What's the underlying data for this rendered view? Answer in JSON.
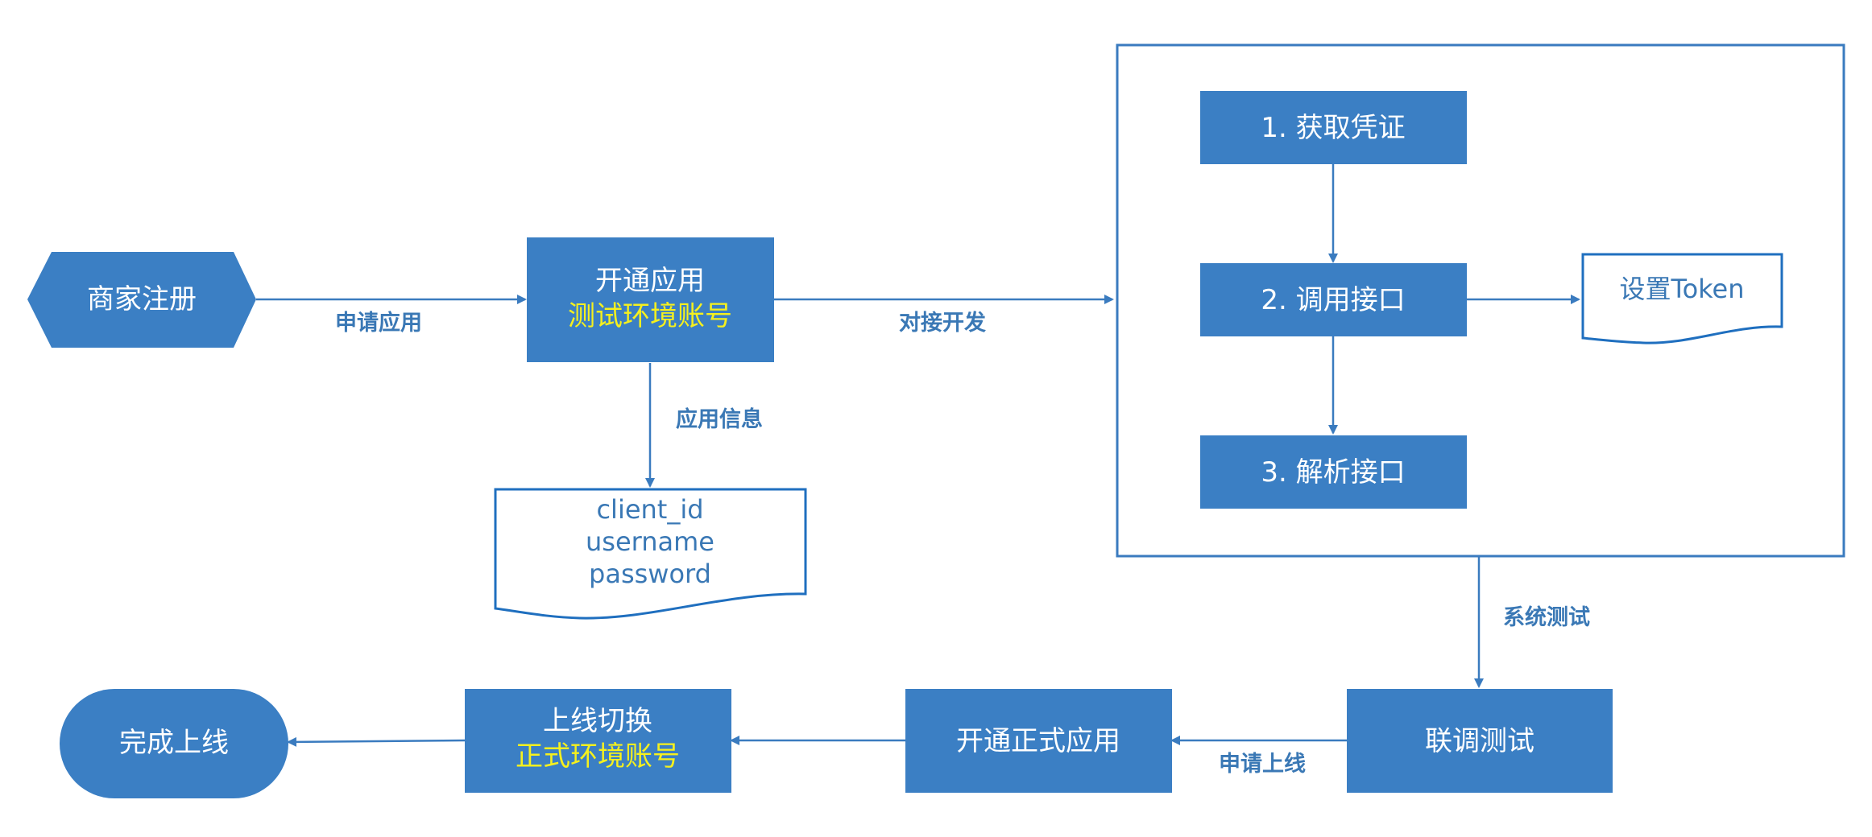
{
  "colors": {
    "node_fill": "#3b7fc4",
    "node_text": "#ffffff",
    "highlight_text": "#f5f01e",
    "line": "#3a7bbf",
    "label_text": "#3a78b5",
    "doc_text": "#3a78b5",
    "frame_stroke": "#3a7bbf"
  },
  "nodes": {
    "merchant_register": "商家注册",
    "open_app": {
      "line1": "开通应用",
      "line2": "测试环境账号"
    },
    "step1": "1. 获取凭证",
    "step2": "2. 调用接口",
    "step3": "3. 解析接口",
    "joint_test": "联调测试",
    "open_prod_app": "开通正式应用",
    "go_live_switch": {
      "line1": "上线切换",
      "line2": "正式环境账号"
    },
    "complete": "完成上线"
  },
  "documents": {
    "app_info": [
      "client_id",
      "username",
      "password"
    ],
    "set_token": "设置Token"
  },
  "edge_labels": {
    "apply_app": "申请应用",
    "dock_dev": "对接开发",
    "app_info": "应用信息",
    "system_test": "系统测试",
    "apply_online": "申请上线"
  }
}
